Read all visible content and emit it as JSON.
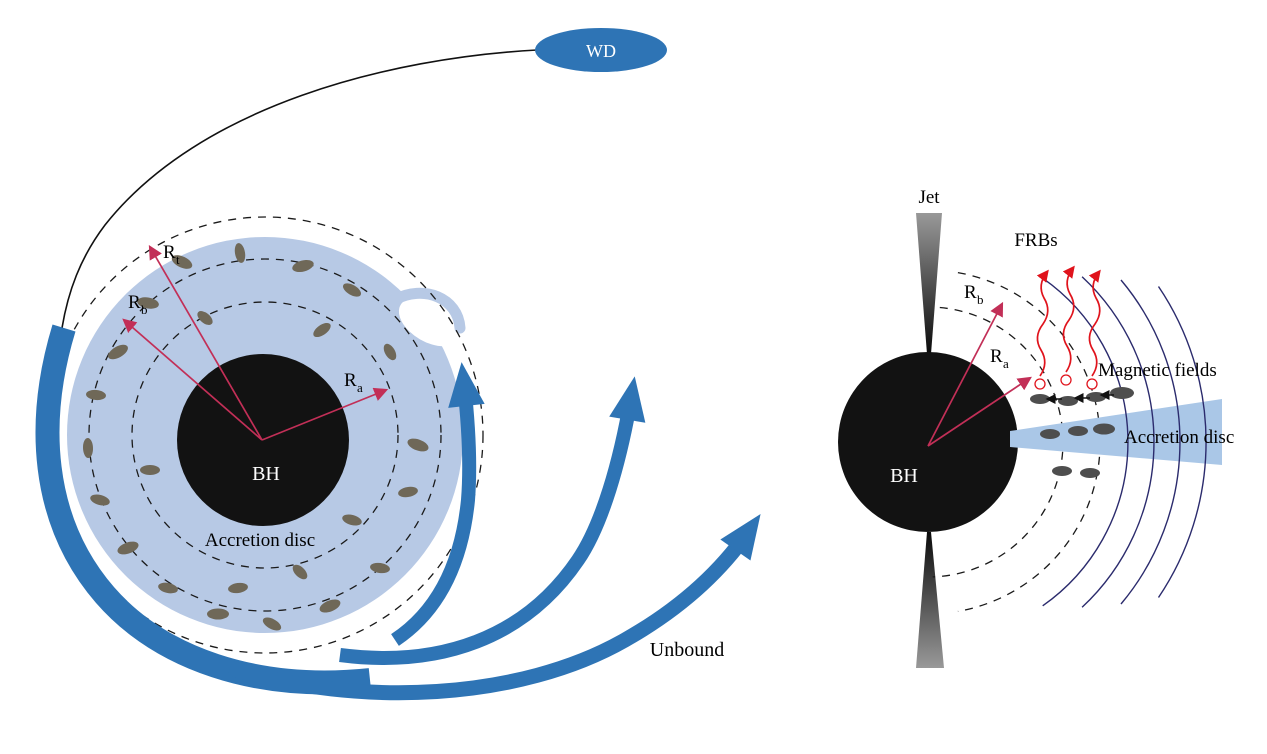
{
  "colors": {
    "blue": "#2e74b5",
    "disc_fill": "#b7c9e5",
    "bh_black": "#121212",
    "debris_left": "#6f6858",
    "debris_right": "#4e4e4e",
    "crimson": "#c22f57",
    "frb_red": "#e0131c",
    "field_navy": "#2b2b6d",
    "wedge_blue": "#aac7e7",
    "line_black": "#1a1a1a"
  },
  "left_panel": {
    "wd_label": "WD",
    "bh_label": "BH",
    "disc_label": "Accretion disc",
    "unbound_label": "Unbound",
    "r_t_base": "R",
    "r_t_sub": "t",
    "r_b_base": "R",
    "r_b_sub": "b",
    "r_a_base": "R",
    "r_a_sub": "a"
  },
  "right_panel": {
    "jet_label": "Jet",
    "frb_label": "FRBs",
    "bh_label": "BH",
    "magnetic_label": "Magnetic fields",
    "disc_label": "Accretion disc",
    "r_b_base": "R",
    "r_b_sub": "b",
    "r_a_base": "R",
    "r_a_sub": "a"
  }
}
